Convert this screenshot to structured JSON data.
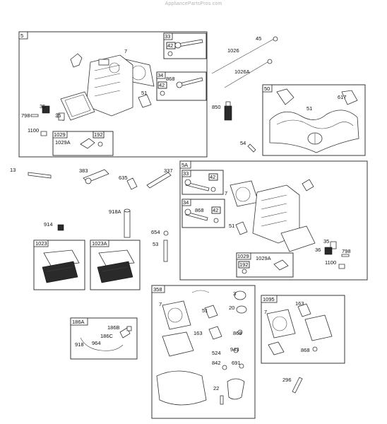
{
  "watermark": "AppliancePartsPros.com",
  "boxes": {
    "b5": "5",
    "b33a": "33",
    "b42a": "42",
    "b34a": "34",
    "b42b": "42",
    "b1029a": "1029",
    "b192a": "192",
    "b50": "50",
    "b5A": "5A",
    "b33b": "33",
    "b42c": "42",
    "b34b": "34",
    "b42d": "42",
    "b1029b": "1029",
    "b192b": "192",
    "b1023": "1023",
    "b1023A": "1023A",
    "b358": "358",
    "b1095": "1095",
    "b186A": "186A"
  },
  "callouts": {
    "c7a": "7",
    "c868a": "868",
    "c51a": "51",
    "c35a": "35",
    "c36a": "36",
    "c798a": "798",
    "c1100a": "1100",
    "c1029Aa": "1029A",
    "c45": "45",
    "c1026": "1026",
    "c1026A": "1026A",
    "c617": "617",
    "c51b": "51",
    "c850": "850",
    "c54": "54",
    "c13": "13",
    "c383": "383",
    "c635": "635",
    "c337": "337",
    "c7b": "7",
    "c868b": "868",
    "c51c": "51",
    "c1029Ab": "1029A",
    "c35b": "35",
    "c36b": "36",
    "c798b": "798",
    "c1100b": "1100",
    "c918A": "918A",
    "c914": "914",
    "c654": "654",
    "c53": "53",
    "c3": "3",
    "c7c": "7",
    "c51d": "51",
    "c20": "20",
    "c163a": "163",
    "c868c": "868",
    "c524": "524",
    "c943": "943",
    "c842": "842",
    "c691": "691",
    "c22": "22",
    "c163b": "163",
    "c7d": "7",
    "c868d": "868",
    "c296": "296",
    "c186B": "186B",
    "c186C": "186C",
    "c918": "918",
    "c964": "964"
  }
}
